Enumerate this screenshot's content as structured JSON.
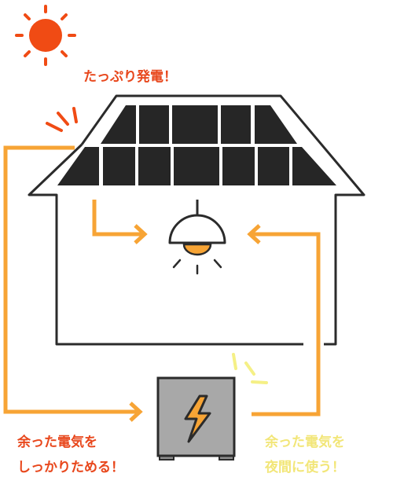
{
  "labels": {
    "generation": "たっぷり発電！",
    "store_line1": "余った電気を",
    "store_line2": "しっかりためる！",
    "night_line1": "余った電気を",
    "night_line2": "夜間に使う！"
  },
  "colors": {
    "sun": "#f04b14",
    "moon": "#f5f086",
    "arrow": "#f7a435",
    "house_outline": "#2b2b2b",
    "solar_panel": "#262626",
    "battery_body": "#a8a8a8",
    "battery_bolt": "#f7a435",
    "lamp_glow": "#f7a435",
    "label_day": "#e8471c",
    "label_night": "#f2e678"
  },
  "icons": {
    "sun": "sun-icon",
    "moon": "crescent-moon-icon",
    "lamp": "pendant-lamp-icon",
    "battery": "storage-battery-icon",
    "bolt": "lightning-bolt-icon"
  }
}
